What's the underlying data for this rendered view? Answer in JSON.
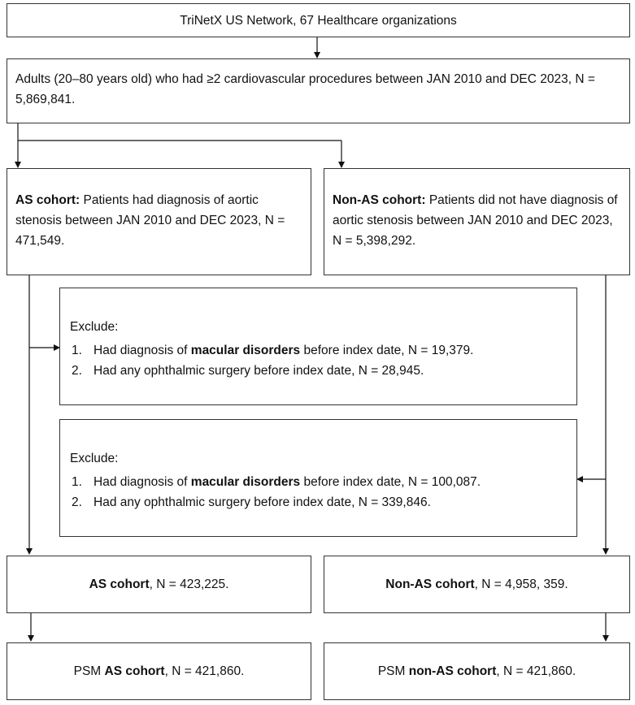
{
  "boxes": {
    "network": {
      "text_a": "TriNetX US Network, ",
      "text_b": "67 Healthcare organizations"
    },
    "adults": {
      "text": "Adults (20–80 years old) who had ≥2 cardiovascular procedures between JAN 2010 and DEC 2023, N = 5,869,841."
    },
    "as_cohort": {
      "label": "AS cohort:",
      "text": " Patients had diagnosis of aortic stenosis between JAN 2010 and DEC 2023, N = 471,549."
    },
    "non_as_cohort": {
      "label": "Non-AS cohort:",
      "text": " Patients did not have diagnosis of aortic stenosis between JAN 2010 and DEC 2023, N = 5,398,292."
    },
    "exclude_as": {
      "title": "Exclude:",
      "items": [
        {
          "num": "1.",
          "pre": "Had diagnosis of ",
          "bold": "macular disorders",
          "post": " before index date,  N = 19,379."
        },
        {
          "num": "2.",
          "text": "Had any ophthalmic surgery before index date, N = 28,945."
        }
      ]
    },
    "exclude_non_as": {
      "title": "Exclude:",
      "items": [
        {
          "num": "1.",
          "pre": "Had diagnosis of ",
          "bold": "macular disorders",
          "post": " before index date,  N = 100,087."
        },
        {
          "num": "2.",
          "text": "Had any ophthalmic surgery before index date, N = 339,846."
        }
      ]
    },
    "as_final": {
      "label": "AS  cohort",
      "text": ", N = 423,225."
    },
    "non_as_final": {
      "label": "Non-AS cohort",
      "text": ", N = 4,958, 359."
    },
    "psm_as": {
      "pre": "PSM ",
      "label": "AS cohort",
      "text": ", N = 421,860."
    },
    "psm_non_as": {
      "pre": "PSM ",
      "label": "non-AS cohort",
      "text": ", N = 421,860."
    }
  },
  "colors": {
    "line": "#111111",
    "border": "#333333"
  }
}
